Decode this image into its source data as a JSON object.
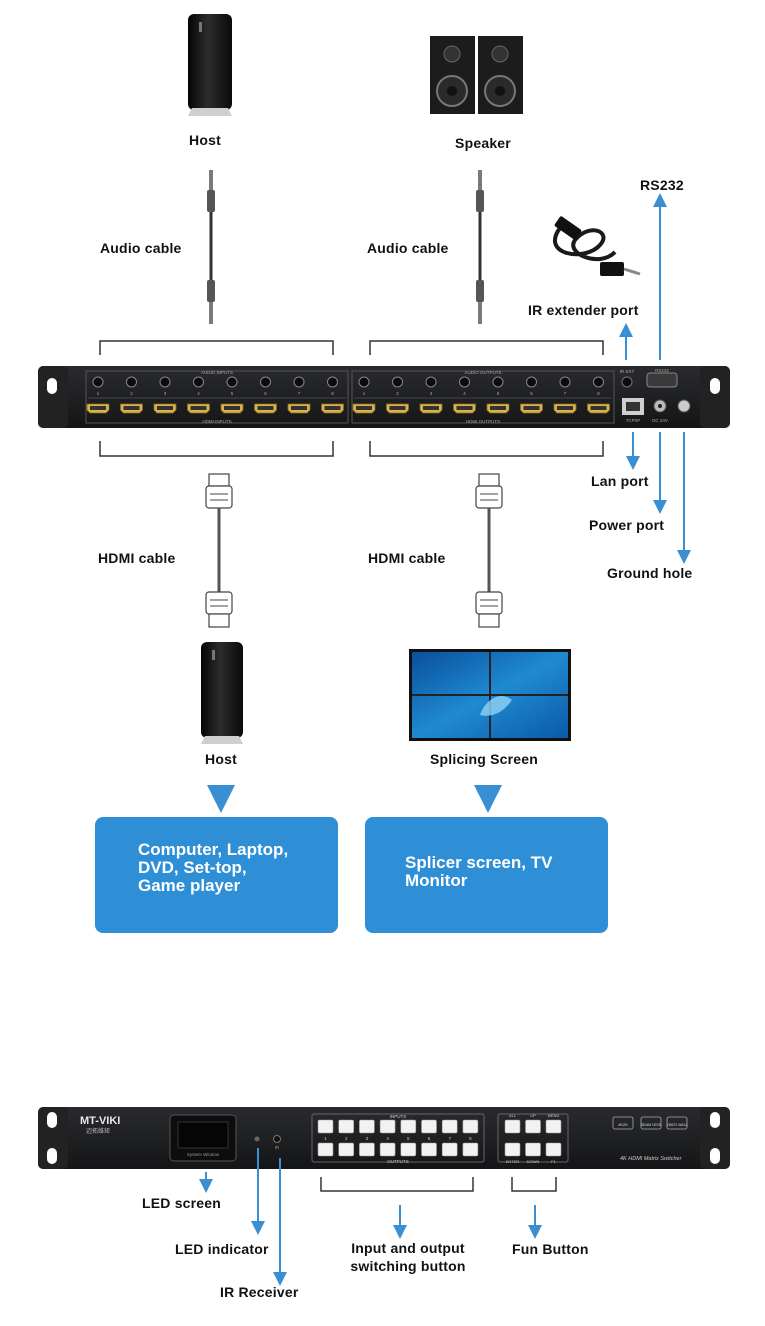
{
  "top": {
    "host_label": "Host",
    "speaker_label": "Speaker",
    "audio_cable_left": "Audio cable",
    "audio_cable_right": "Audio cable",
    "rs232_label": "RS232",
    "ir_extender_label": "IR extender port",
    "lan_label": "Lan port",
    "power_label": "Power port",
    "ground_label": "Ground hole",
    "hdmi_cable_left": "HDMI cable",
    "hdmi_cable_right": "HDMI cable",
    "host2_label": "Host",
    "splicing_label": "Splicing Screen",
    "box_left": "Computer, Laptop,\nDVD, Set-top,\nGame player",
    "box_right": "Splicer screen, TV\nMonitor"
  },
  "rear_panel": {
    "audio_inputs": "AUDIO INPUTS",
    "audio_outputs": "AUDIO OUTPUTS",
    "hdmi_inputs": "HDMI INPUTS",
    "hdmi_outputs": "HDMI OUTPUTS",
    "ir_ext": "IR EXT",
    "rs232": "RS232",
    "tcpip": "TCP/IP",
    "dc": "DC 24V",
    "port_numbers": [
      "1",
      "2",
      "3",
      "4",
      "5",
      "6",
      "7",
      "8"
    ]
  },
  "front_panel": {
    "brand": "MT-VIKI",
    "brand_sub": "迈拓维矩",
    "screen_caption": "System Window",
    "inputs": "INPUTS",
    "outputs": "OUTPUTS",
    "fn_top": [
      "ALL",
      "UP",
      "MENU"
    ],
    "fn_bottom": [
      "ENTER",
      "DOWN",
      "F1"
    ],
    "product": "4K HDMI Matrix Switcher",
    "badge1": "4K2K",
    "badge2": "SEAM LESS",
    "badge3": "VIDEO WALL",
    "ir_mark": "IR"
  },
  "bottom": {
    "led_screen": "LED screen",
    "led_indicator": "LED indicator",
    "ir_receiver": "IR Receiver",
    "switch_button": "Input and output\nswitching button",
    "fun_button": "Fun Button"
  },
  "colors": {
    "accent": "#2f8fd6",
    "arrow": "#3a8fd3",
    "device": "#1e1f21"
  }
}
